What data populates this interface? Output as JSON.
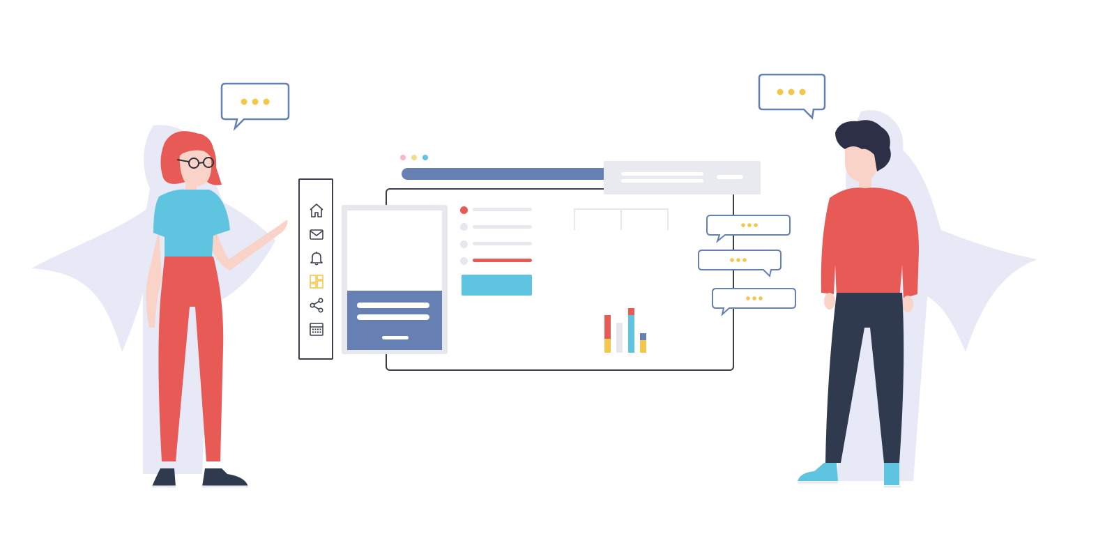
{
  "colors": {
    "accent_blue": "#6680b3",
    "accent_cyan": "#5ec4df",
    "accent_red": "#e85a55",
    "accent_yellow": "#f3c74b",
    "outline": "#3a3f4b",
    "panel_gray": "#e6e8ee",
    "shadow": "#e7e9f6"
  },
  "illustration": {
    "bubble_glyph": "•••"
  },
  "sidebar": {
    "icons": [
      "home-icon",
      "mail-icon",
      "bell-icon",
      "dashboard-icon",
      "share-icon",
      "calendar-icon"
    ],
    "active_icon": "dashboard-icon"
  },
  "window": {
    "traffic_dot_colors": [
      "#f4b8c8",
      "#f3dc8a",
      "#5ec4df"
    ]
  },
  "chart": {
    "bars": [
      {
        "segments": [
          {
            "value": 20,
            "color": "#f3c74b"
          },
          {
            "value": 34,
            "color": "#e85a55"
          }
        ]
      },
      {
        "segments": [
          {
            "value": 43,
            "color": "#e6e8ee"
          }
        ]
      },
      {
        "segments": [
          {
            "value": 54,
            "color": "#5ec4df"
          },
          {
            "value": 10,
            "color": "#e85a55"
          }
        ]
      },
      {
        "segments": [
          {
            "value": 18,
            "color": "#f3c74b"
          },
          {
            "value": 10,
            "color": "#6680b3"
          }
        ]
      }
    ]
  }
}
